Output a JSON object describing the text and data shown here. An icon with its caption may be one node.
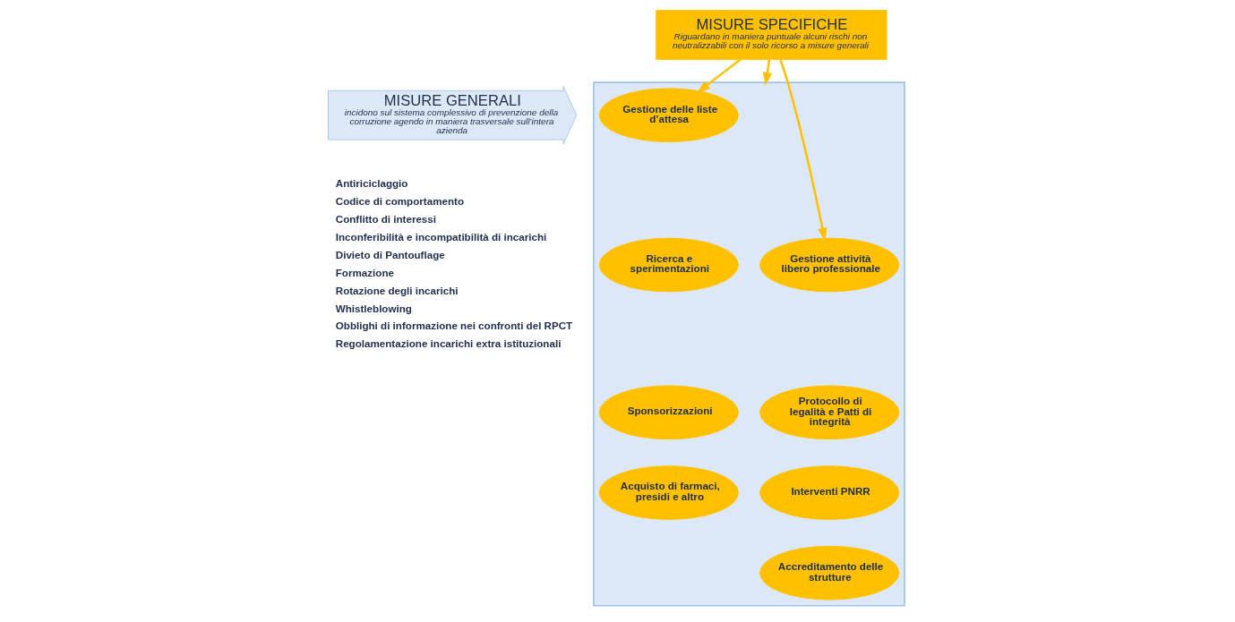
{
  "diagram": {
    "nodes": [
      {
        "text": [
          "MISURE SPECIFICHE",
          "Riguardano in maniera puntuale alcuni rischi non neutralizzabili con il solo ricorso a misure generali"
        ]
      },
      {
        "text": [
          "MISURE GENERALI",
          "incidono sul sistema complessivo di prevenzione della corruzione agendo in maniera trasversale sull’intera azienda"
        ]
      },
      {
        "text": [],
        "shape": "box"
      },
      {
        "text": [
          "Gestione delle liste d’attesa"
        ],
        "in": 2
      },
      {
        "text": [
          "Ricerca e sperimentazioni"
        ],
        "in": 2
      },
      {
        "text": [
          "Sponsorizzazioni"
        ],
        "in": 2
      },
      {
        "text": [
          "Acquisto di farmaci, presidi e altro"
        ],
        "in": 2
      },
      {
        "text": [
          "Gestione attività libero professionale"
        ],
        "in": 2
      },
      {
        "text": [
          "Protocollo di legalità e Patti di integrità"
        ],
        "in": 2
      },
      {
        "text": [
          "Interventi PNRR"
        ],
        "in": 2
      },
      {
        "text": [
          "Accreditamento delle strutture"
        ],
        "in": 2
      }
    ],
    "edges": [
      {
        "from": 0,
        "to": 3,
        "arrow": "to"
      },
      {
        "from": 0,
        "to": 2,
        "arrow": "to"
      },
      {
        "from": 0,
        "to": 7,
        "arrow": "to"
      }
    ],
    "labels": [
      "Antiriciclaggio",
      "Codice di comportamento",
      "Conflitto di interessi",
      "Inconferibilità e incompatibilità di incarichi",
      "Divieto di Pantouflage",
      "Formazione",
      "Rotazione degli incarichi",
      "Whistleblowing",
      "Obblighi di informazione nei confronti del RPCT",
      "Regolamentazione incarichi extra istituzionali"
    ]
  }
}
